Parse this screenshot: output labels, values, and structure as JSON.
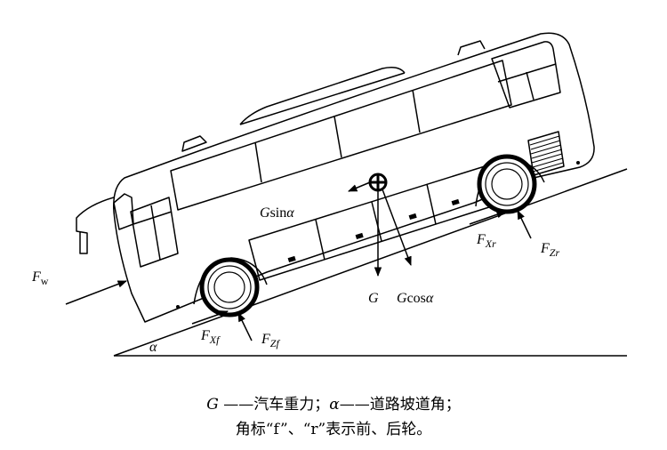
{
  "labels": {
    "fw_main": "F",
    "fw_sub": "w",
    "gsin_g": "G",
    "gsin_rest": "sin",
    "gsin_alpha": "α",
    "g": "G",
    "gcos_g": "G",
    "gcos_rest": "cos",
    "gcos_alpha": "α",
    "fxf_main": "F",
    "fxf_sub": "Xf",
    "fzf_main": "F",
    "fzf_sub": "Zf",
    "fxr_main": "F",
    "fxr_sub": "Xr",
    "fzr_main": "F",
    "fzr_sub": "Zr",
    "alpha": "α"
  },
  "caption": {
    "line1_g": "G",
    "line1_mid": " ——汽车重力；",
    "line1_alpha": "α",
    "line1_end": "——道路坡道角；",
    "line2": "角标“f”、“r”表示前、后轮。"
  }
}
